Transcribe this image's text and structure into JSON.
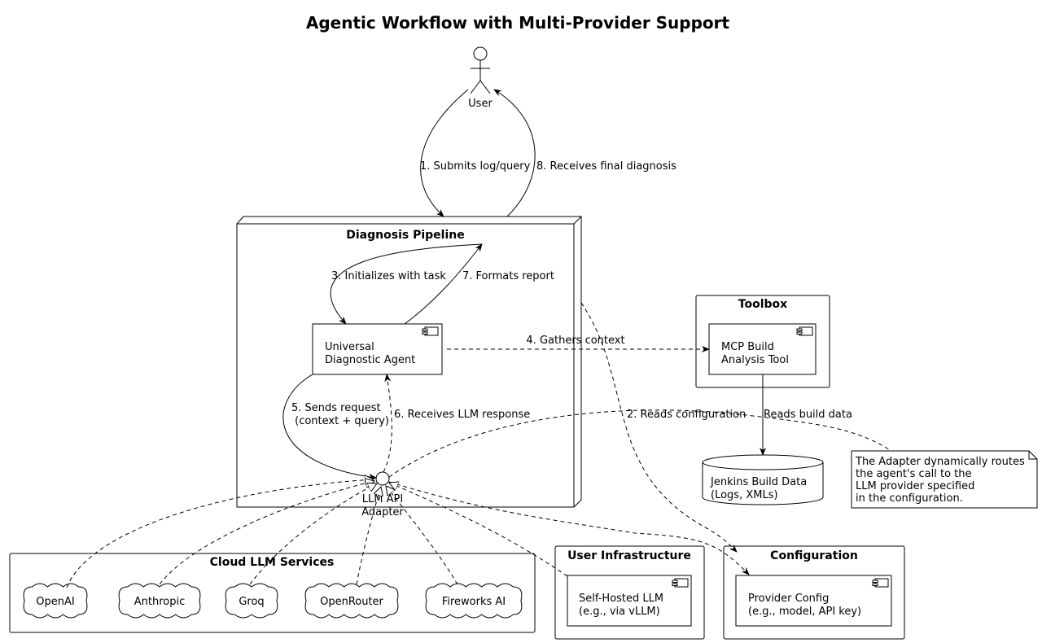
{
  "title": "Agentic Workflow with Multi-Provider Support",
  "actor": {
    "label": "User"
  },
  "pipeline": {
    "title": "Diagnosis Pipeline",
    "agent": {
      "line1": "Universal",
      "line2": "Diagnostic Agent"
    },
    "adapter": {
      "line1": "LLM API",
      "line2": "Adapter"
    }
  },
  "toolbox": {
    "title": "Toolbox",
    "tool": {
      "line1": "MCP Build",
      "line2": "Analysis Tool"
    }
  },
  "database": {
    "line1": "Jenkins Build Data",
    "line2": "(Logs, XMLs)"
  },
  "note": {
    "lines": [
      "The Adapter dynamically routes",
      "the agent's call to the",
      "LLM provider specified",
      "in the configuration."
    ]
  },
  "cloud": {
    "title": "Cloud LLM Services",
    "providers": [
      "OpenAI",
      "Anthropic",
      "Groq",
      "OpenRouter",
      "Fireworks AI"
    ]
  },
  "user_infra": {
    "title": "User Infrastructure",
    "component": {
      "line1": "Self-Hosted LLM",
      "line2": "(e.g., via vLLM)"
    }
  },
  "configuration": {
    "title": "Configuration",
    "component": {
      "line1": "Provider Config",
      "line2": "(e.g., model, API key)"
    }
  },
  "edges": {
    "e1": "1. Submits log/query",
    "e2": "2. Reads configuration",
    "e3": "3. Initializes with task",
    "e4": "4. Gathers context",
    "e5a": "5. Sends request",
    "e5b": " (context + query)",
    "e6": "6. Receives LLM response",
    "e7": "7. Formats report",
    "e8": "8. Receives final diagnosis",
    "reads_build": "Reads build data"
  }
}
